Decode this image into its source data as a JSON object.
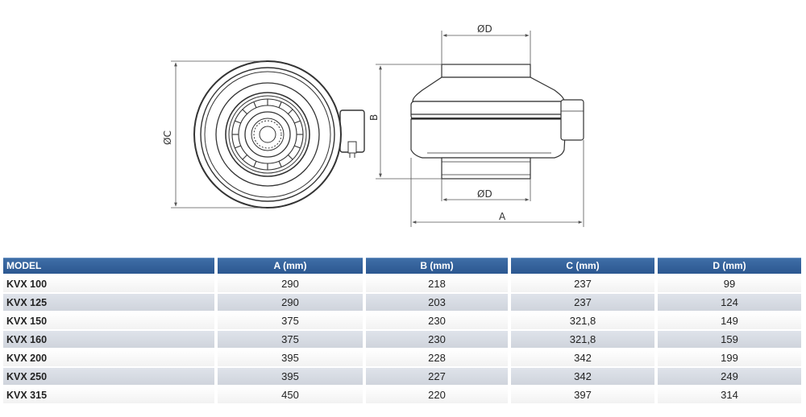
{
  "drawing": {
    "label_c": "ØC",
    "label_b": "B",
    "label_d_top": "ØD",
    "label_d_bottom": "ØD",
    "label_a": "A",
    "colors": {
      "line": "#333333",
      "dim": "#555555",
      "fill": "#ffffff"
    }
  },
  "table": {
    "headers": {
      "model": "MODEL",
      "a": "A (mm)",
      "b": "B (mm)",
      "c": "C (mm)",
      "d": "D (mm)"
    },
    "rows": [
      {
        "model": "KVX 100",
        "a": "290",
        "b": "218",
        "c": "237",
        "d": "99"
      },
      {
        "model": "KVX 125",
        "a": "290",
        "b": "203",
        "c": "237",
        "d": "124"
      },
      {
        "model": "KVX 150",
        "a": "375",
        "b": "230",
        "c": "321,8",
        "d": "149"
      },
      {
        "model": "KVX 160",
        "a": "375",
        "b": "230",
        "c": "321,8",
        "d": "159"
      },
      {
        "model": "KVX 200",
        "a": "395",
        "b": "228",
        "c": "342",
        "d": "199"
      },
      {
        "model": "KVX 250",
        "a": "395",
        "b": "227",
        "c": "342",
        "d": "249"
      },
      {
        "model": "KVX 315",
        "a": "450",
        "b": "220",
        "c": "397",
        "d": "314"
      }
    ],
    "colors": {
      "header": "#2f5b94",
      "row_odd": "#ffffff",
      "row_even": "#d8dce3"
    }
  }
}
